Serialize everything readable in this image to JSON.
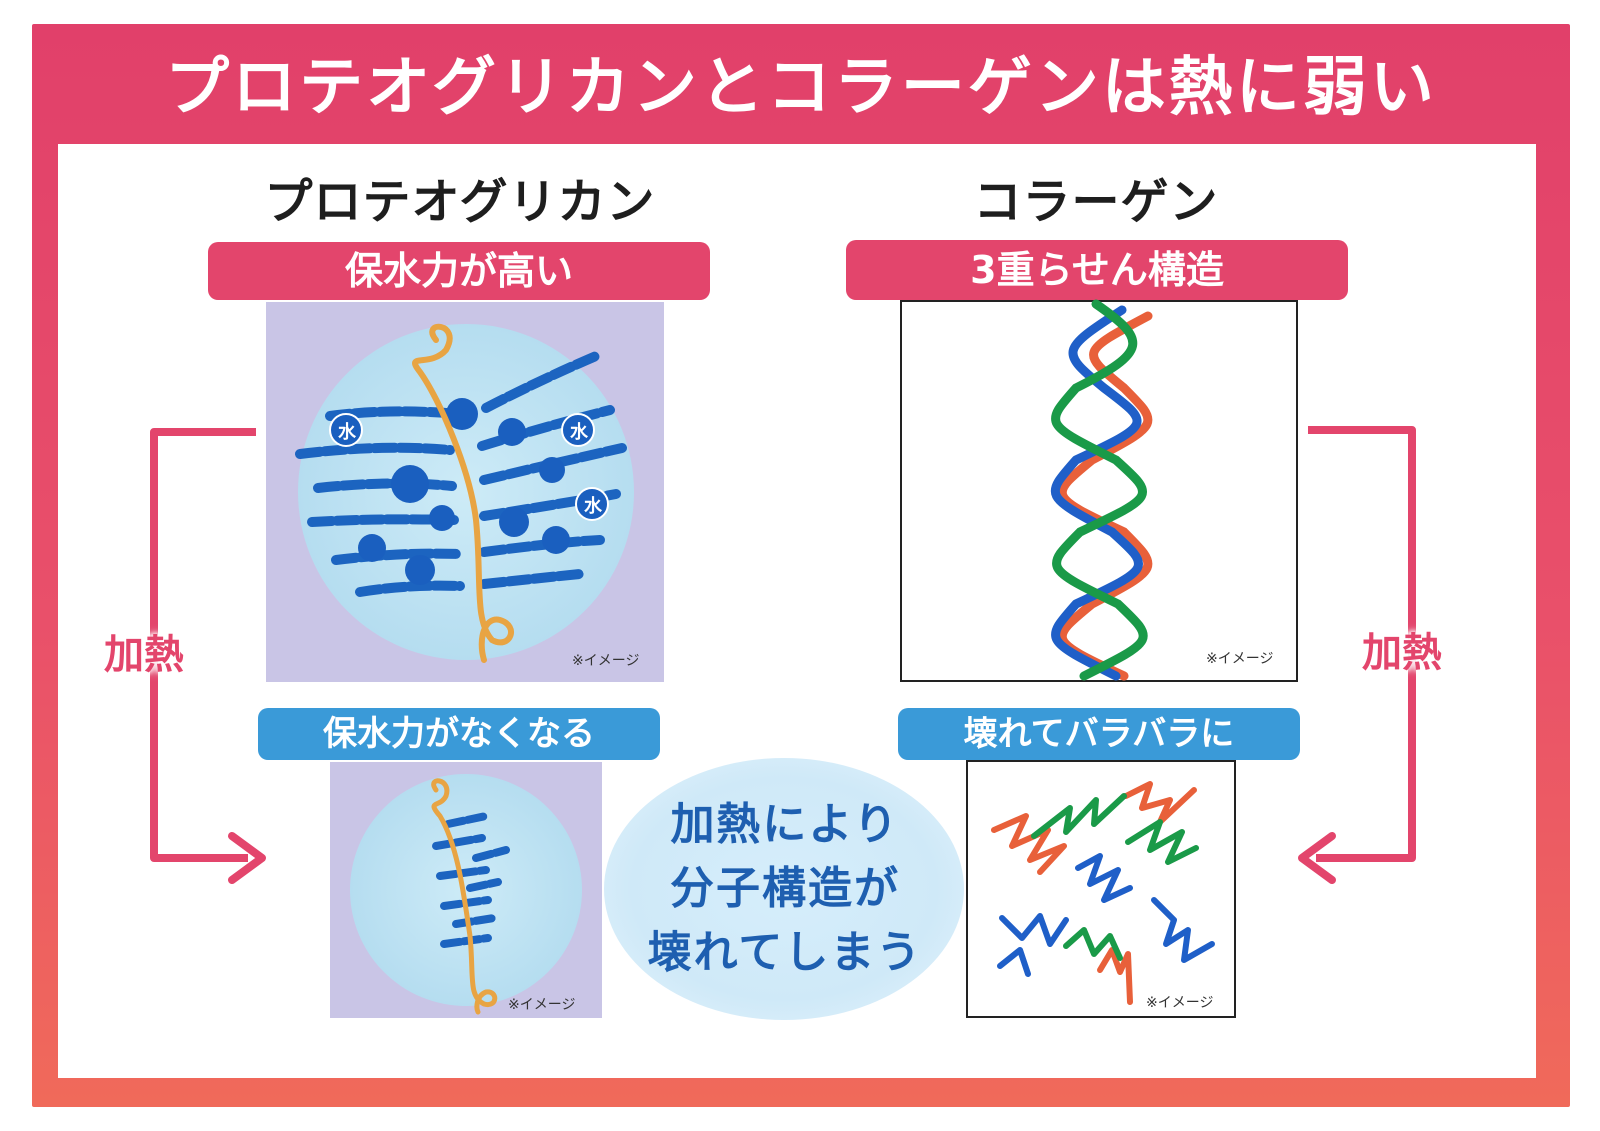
{
  "title": "プロテオグリカンとコラーゲンは熱に弱い",
  "left": {
    "heading": "プロテオグリカン",
    "before_label": "保水力が高い",
    "after_label": "保水力がなくなる",
    "water_label": "水",
    "image_note": "※イメージ"
  },
  "right": {
    "heading": "コラーゲン",
    "before_label": "3重らせん構造",
    "after_label": "壊れてバラバラに",
    "image_note": "※イメージ"
  },
  "heating_label": "加熱",
  "center_note": [
    "加熱により",
    "分子構造が",
    "壊れてしまう"
  ],
  "colors": {
    "frame": "#e3456c",
    "blue_label": "#3a9ad8",
    "core_protein": "#e8a443",
    "gag_chains": "#1c64c0",
    "helix_green": "#1a9a48",
    "helix_blue": "#1f5fc8",
    "helix_orange": "#e8603a",
    "panel_bg": "#c9c5e6",
    "water_bg": "#bfe3f3"
  }
}
